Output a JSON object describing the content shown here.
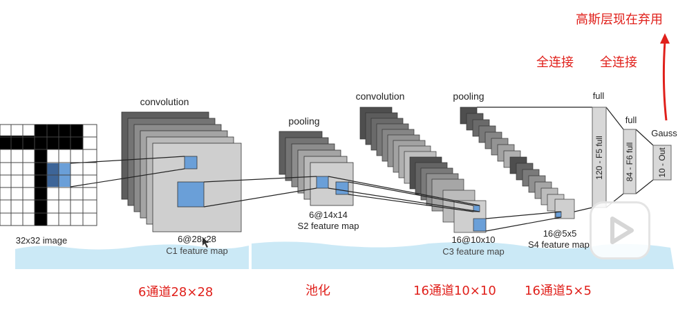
{
  "labels": {
    "input_caption": "32x32 image",
    "c1_title": "convolution",
    "c1_size": "6@28x28",
    "c1_name": "C1 feature map",
    "s2_title": "pooling",
    "s2_size": "6@14x14",
    "s2_name": "S2 feature map",
    "c3_title": "convolution",
    "c3_size": "16@10x10",
    "c3_name": "C3 feature map",
    "s4_title": "pooling",
    "s4_size": "16@5x5",
    "s4_name": "S4 feature map",
    "f5_title": "full",
    "f5_name": "120 - F5 full",
    "f6_title": "full",
    "f6_name": "84 - F6 full",
    "out_title": "Gauss",
    "out_name": "10 - Out"
  },
  "annotations": {
    "gauss_note": "高斯层现在弃用",
    "fc1": "全连接",
    "fc2": "全连接",
    "c1_note": "6通道28×28",
    "pool_note": "池化",
    "c3_note": "16通道10×10",
    "s4_note": "16通道5×5"
  },
  "colors": {
    "annotation": "#e0201b",
    "highlight": "#6a9fd8",
    "wave": "#cbe9f6",
    "map_fill": "#cfcfcf"
  },
  "icons": {
    "play": "play-icon"
  }
}
